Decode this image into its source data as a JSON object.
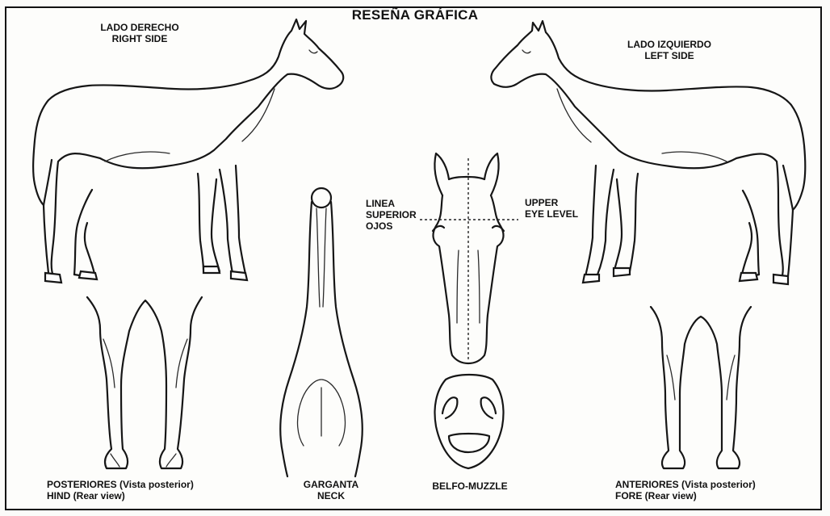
{
  "sheet": {
    "title": "RESEÑA GRÁFICA",
    "right_side": {
      "line1": "LADO DERECHO",
      "line2": "RIGHT SIDE"
    },
    "left_side": {
      "line1": "LADO IZQUIERDO",
      "line2": "LEFT SIDE"
    },
    "eye_level_es": {
      "line1": "LINEA",
      "line2": "SUPERIOR",
      "line3": "OJOS"
    },
    "eye_level_en": {
      "line1": "UPPER",
      "line2": "EYE LEVEL"
    },
    "hind": {
      "line1": "POSTERIORES (Vista posterior)",
      "line2": "HIND (Rear view)"
    },
    "neck": {
      "line1": "GARGANTA",
      "line2": "NECK"
    },
    "muzzle": {
      "line1": "BELFO-MUZZLE"
    },
    "fore": {
      "line1": "ANTERIORES (Vista posterior)",
      "line2": "FORE (Rear view)"
    }
  }
}
